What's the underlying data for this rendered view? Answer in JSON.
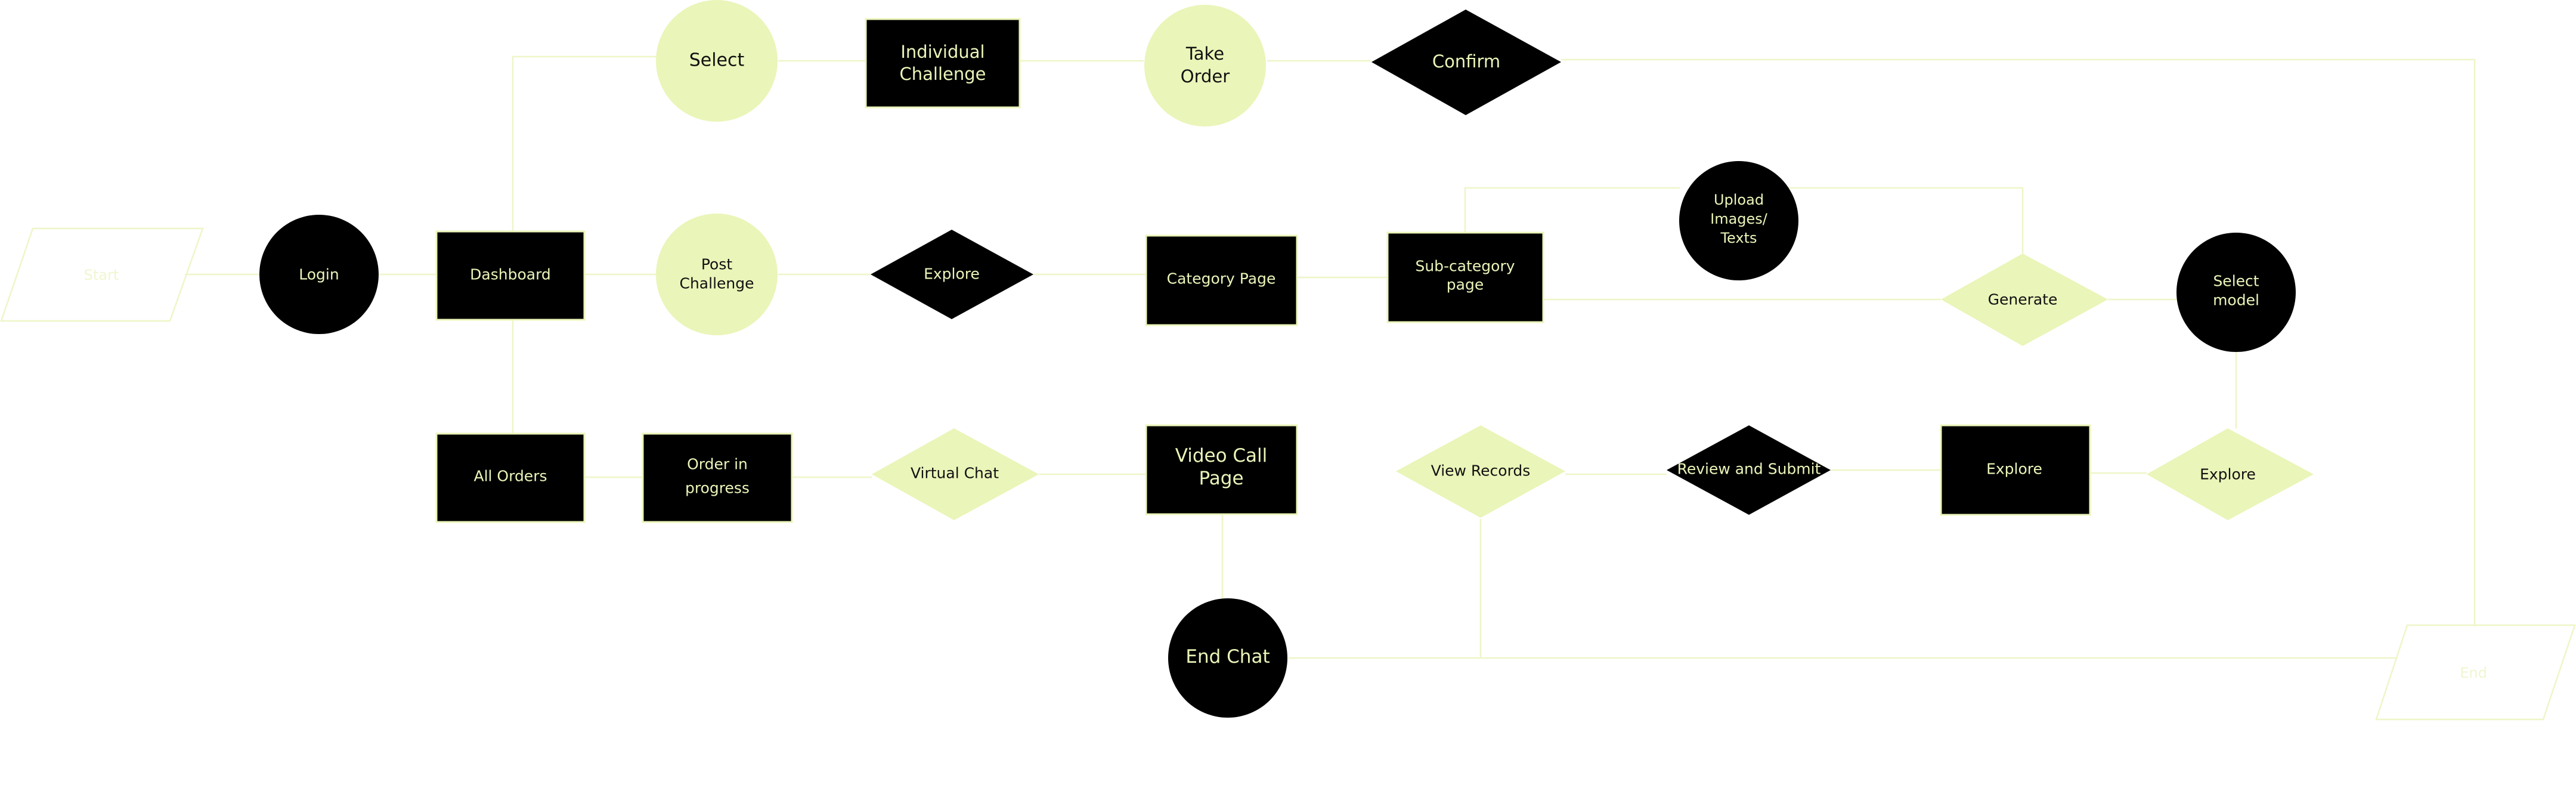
{
  "colors": {
    "dark_fill": "#000000",
    "light_fill": "#EAF5B9",
    "dark_text": "#EAF5B9",
    "light_text": "#111111",
    "connector": "#EEF6C8",
    "terminal_outline": "#EEF6C8",
    "terminal_text": "#F0F6CF"
  },
  "nodes": {
    "start": "Start",
    "end": "End",
    "login": "Login",
    "dashboard": "Dashboard",
    "select": "Select",
    "individual_challenge": [
      "Individual",
      "Challenge"
    ],
    "take_order": [
      "Take",
      "Order"
    ],
    "confirm": "Confirm",
    "post_challenge": [
      "Post",
      "Challenge"
    ],
    "explore_1": "Explore",
    "category_page": "Category Page",
    "sub_category_page": [
      "Sub-category",
      "page"
    ],
    "upload_images_texts": [
      "Upload",
      "Images/",
      "Texts"
    ],
    "generate": "Generate",
    "select_model": [
      "Select",
      "model"
    ],
    "all_orders": "All Orders",
    "order_in_progress": [
      "Order in",
      "progress"
    ],
    "virtual_chat": "Virtual Chat",
    "video_call_page": [
      "Video Call",
      "Page"
    ],
    "end_chat": "End Chat",
    "view_records": "View Records",
    "review_and_submit": "Review and Submit",
    "explore_2": "Explore",
    "explore_3": "Explore"
  }
}
